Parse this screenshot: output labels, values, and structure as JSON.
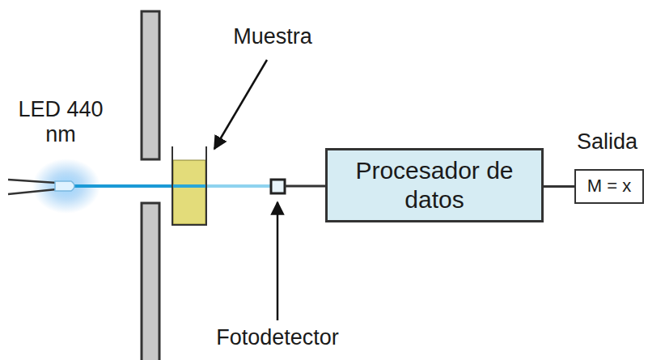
{
  "diagram": {
    "nodes": [
      {
        "text": [
          "Procesador de datos"
        ]
      },
      {
        "text": [
          "M = x"
        ]
      }
    ],
    "edges": [
      {
        "from": 0,
        "to": 1,
        "arrow": "none"
      }
    ],
    "labels": [
      "LED 440 nm",
      "Muestra",
      "Fotodetector",
      "Salida"
    ]
  }
}
